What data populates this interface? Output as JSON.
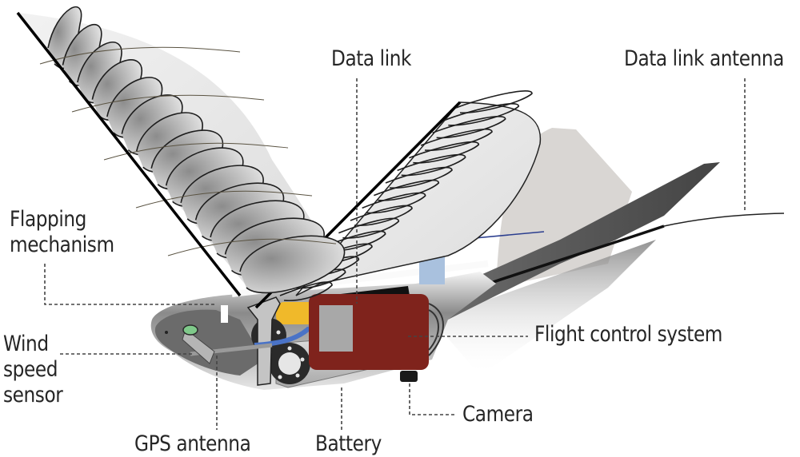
{
  "diagram": {
    "subject": "Robotic bird drone cutaway",
    "colors": {
      "background": "#ffffff",
      "label_text": "#262626",
      "leader_line": "#444444",
      "wing_fill": "#e6e6e6",
      "feather_shade": "#a9a9a9",
      "feather_stroke": "#1e1e1e",
      "body_dark": "#5a5a5a",
      "body_light": "#d8d8d8",
      "tail_fin": "#d9d6d3",
      "flight_control_box": "#7f231c",
      "flight_control_panel": "#a8a8a8",
      "battery": "#cfcfcf",
      "motor_yellow": "#f0b92a",
      "cable_blue": "#4a73c7",
      "servo_blue": "#a9c1de",
      "gps_green": "#7fc98a",
      "camera": "#1a1a1a"
    },
    "labels": {
      "data_link": "Data link",
      "data_link_antenna": "Data link antenna",
      "flapping_mechanism": [
        "Flapping",
        "mechanism"
      ],
      "wind_speed_sensor": [
        "Wind",
        "speed",
        "sensor"
      ],
      "flight_control_system": "Flight control system",
      "camera": "Camera",
      "gps_antenna": "GPS antenna",
      "battery": "Battery"
    }
  }
}
